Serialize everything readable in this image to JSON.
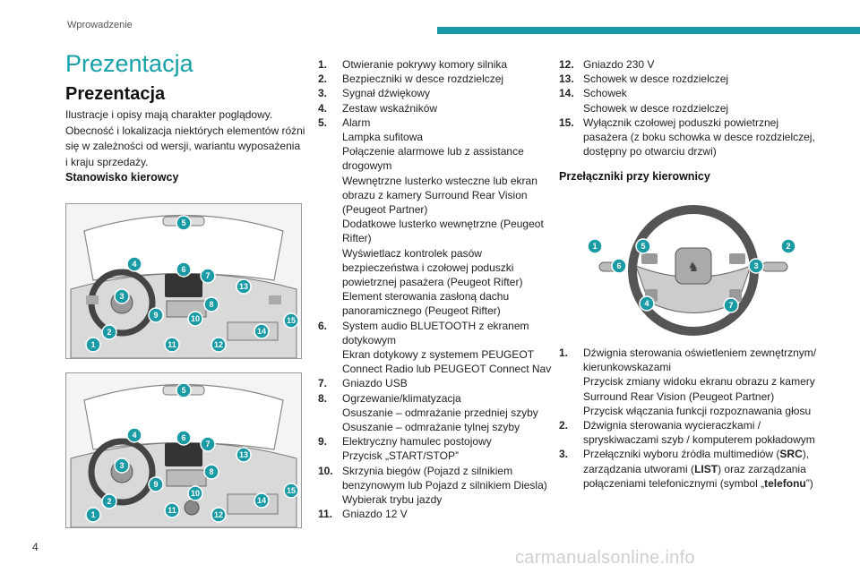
{
  "header": {
    "section": "Wprowadzenie",
    "accent_color": "#1a9aa5"
  },
  "page_number": "4",
  "chapter_title": "Prezentacja",
  "section_title": "Prezentacja",
  "intro_text": "Ilustracje i opisy mają charakter poglądowy. Obecność i lokalizacja niektórych elementów różni się w zależności od wersji, wariantu wyposażenia i kraju sprzedaży.",
  "subheadings": {
    "driver_station": "Stanowisko kierowcy",
    "steering_switches": "Przełączniki przy kierownicy"
  },
  "figure1_callouts": [
    "1",
    "2",
    "3",
    "4",
    "5",
    "6",
    "7",
    "8",
    "9",
    "10",
    "11",
    "12",
    "13",
    "14",
    "15"
  ],
  "figure2_callouts": [
    "1",
    "2",
    "3",
    "4",
    "5",
    "6",
    "7",
    "8",
    "9",
    "10",
    "11",
    "12",
    "13",
    "14",
    "15"
  ],
  "figure3_callouts": [
    "1",
    "2",
    "3",
    "4",
    "5",
    "6",
    "7"
  ],
  "list_driver_station_col1": [
    {
      "num": "1.",
      "lines": [
        "Otwieranie pokrywy komory silnika"
      ]
    },
    {
      "num": "2.",
      "lines": [
        "Bezpieczniki w desce rozdzielczej"
      ]
    },
    {
      "num": "3.",
      "lines": [
        "Sygnał dźwiękowy"
      ]
    },
    {
      "num": "4.",
      "lines": [
        "Zestaw wskaźników"
      ]
    },
    {
      "num": "5.",
      "lines": [
        "Alarm",
        "Lampka sufitowa",
        "Połączenie alarmowe lub z assistance drogowym",
        "Wewnętrzne lusterko wsteczne lub ekran obrazu z kamery Surround Rear Vision (Peugeot Partner)",
        "Dodatkowe lusterko wewnętrzne (Peugeot Rifter)",
        "Wyświetlacz kontrolek pasów bezpieczeństwa i czołowej poduszki powietrznej pasażera (Peugeot Rifter)",
        "Element sterowania zasłoną dachu panoramicznego (Peugeot Rifter)"
      ]
    },
    {
      "num": "6.",
      "lines": [
        "System audio BLUETOOTH z ekranem dotykowym",
        "Ekran dotykowy z systemem PEUGEOT Connect Radio lub PEUGEOT Connect Nav"
      ]
    },
    {
      "num": "7.",
      "lines": [
        "Gniazdo USB"
      ]
    },
    {
      "num": "8.",
      "lines": [
        "Ogrzewanie/klimatyzacja",
        "Osuszanie – odmrażanie przedniej szyby",
        "Osuszanie – odmrażanie tylnej szyby"
      ]
    },
    {
      "num": "9.",
      "lines": [
        "Elektryczny hamulec postojowy",
        "Przycisk „START/STOP”"
      ]
    },
    {
      "num": "10.",
      "lines": [
        "Skrzynia biegów (Pojazd z silnikiem benzynowym lub Pojazd z silnikiem Diesla)",
        "Wybierak trybu jazdy"
      ]
    },
    {
      "num": "11.",
      "lines": [
        "Gniazdo 12 V"
      ]
    }
  ],
  "list_driver_station_col2": [
    {
      "num": "12.",
      "lines": [
        "Gniazdo 230 V"
      ]
    },
    {
      "num": "13.",
      "lines": [
        "Schowek w desce rozdzielczej"
      ]
    },
    {
      "num": "14.",
      "lines": [
        "Schowek",
        "Schowek w desce rozdzielczej"
      ]
    },
    {
      "num": "15.",
      "lines": [
        "Wyłącznik czołowej poduszki powietrznej pasażera (z boku schowka w desce rozdzielczej, dostępny po otwarciu drzwi)"
      ]
    }
  ],
  "list_steering": {
    "item1": {
      "num": "1.",
      "lines": [
        "Dźwignia sterowania oświetleniem zewnętrznym/ kierunkowskazami",
        "Przycisk zmiany widoku ekranu obrazu z kamery Surround Rear Vision (Peugeot Partner)",
        "Przycisk włączania funkcji rozpoznawania głosu"
      ]
    },
    "item2": {
      "num": "2.",
      "lines": [
        "Dźwignia sterowania wycieraczkami / spryskiwaczami szyb / komputerem pokładowym"
      ]
    },
    "item3": {
      "num": "3.",
      "pre": "Przełączniki wyboru źródła multimediów (",
      "kw1": "SRC",
      "mid1": "), zarządzania utworami (",
      "kw2": "LIST",
      "mid2": ") oraz zarządzania połączeniami telefonicznymi (symbol „",
      "kw3": "telefonu",
      "post": "”)"
    }
  },
  "watermark": "carmanualsonline.info"
}
